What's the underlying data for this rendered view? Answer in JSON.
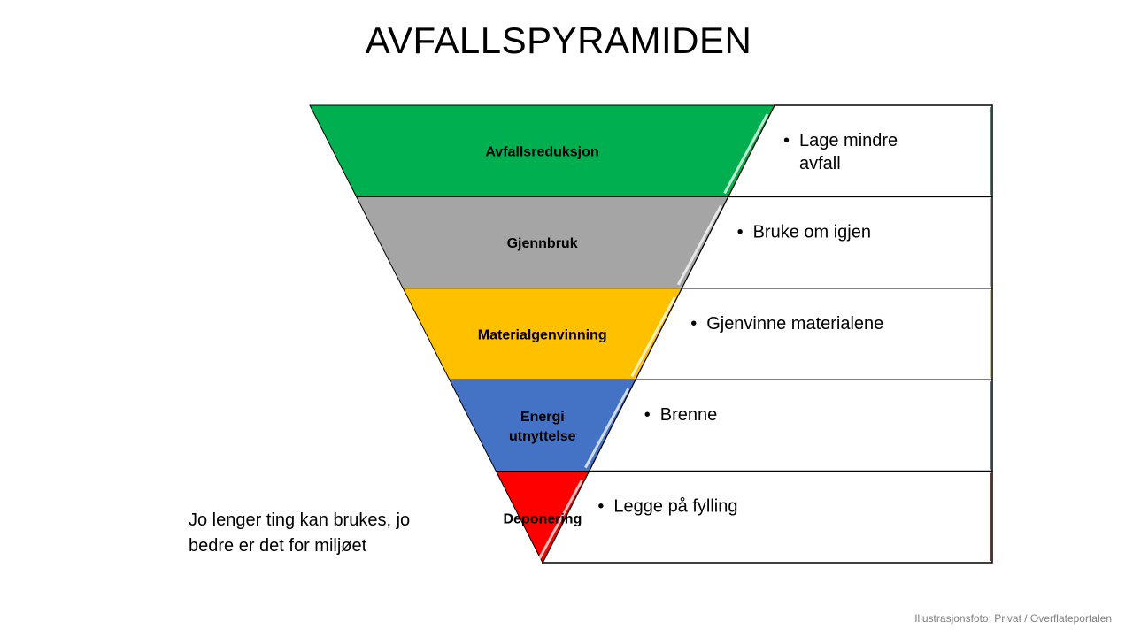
{
  "title": "AVFALLSPYRAMIDEN",
  "levels": [
    {
      "label": "Avfallsreduksjon",
      "bullet": "Lage mindre|avfall",
      "color": "#00b050"
    },
    {
      "label": "Gjennbruk",
      "bullet": "Bruke om igjen",
      "color": "#a5a5a5"
    },
    {
      "label": "Materialgenvinning",
      "bullet": "Gjenvinne materialene",
      "color": "#ffc000"
    },
    {
      "label": "Energi|utnyttelse",
      "bullet": "Brenne",
      "color": "#4472c4"
    },
    {
      "label": "Deponering",
      "bullet": "Legge på fylling",
      "color": "#ff0000"
    }
  ],
  "note": "Jo lenger ting kan brukes, jo bedre er det for miljøet",
  "credit": "Illustrasjonsfoto: Privat / Overflateportalen"
}
